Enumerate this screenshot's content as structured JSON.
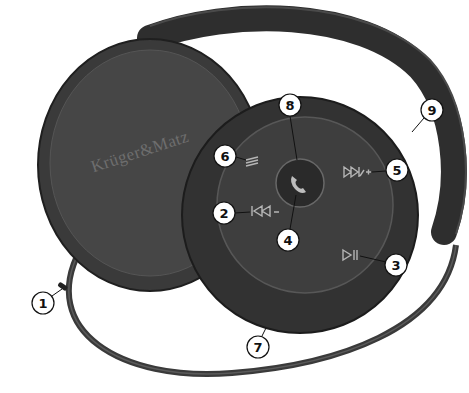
{
  "diagram": {
    "labels": [
      "Krüger&Matz",
      "8",
      "9",
      "6",
      "5",
      "2",
      "4",
      "3",
      "1",
      "7"
    ]
  }
}
